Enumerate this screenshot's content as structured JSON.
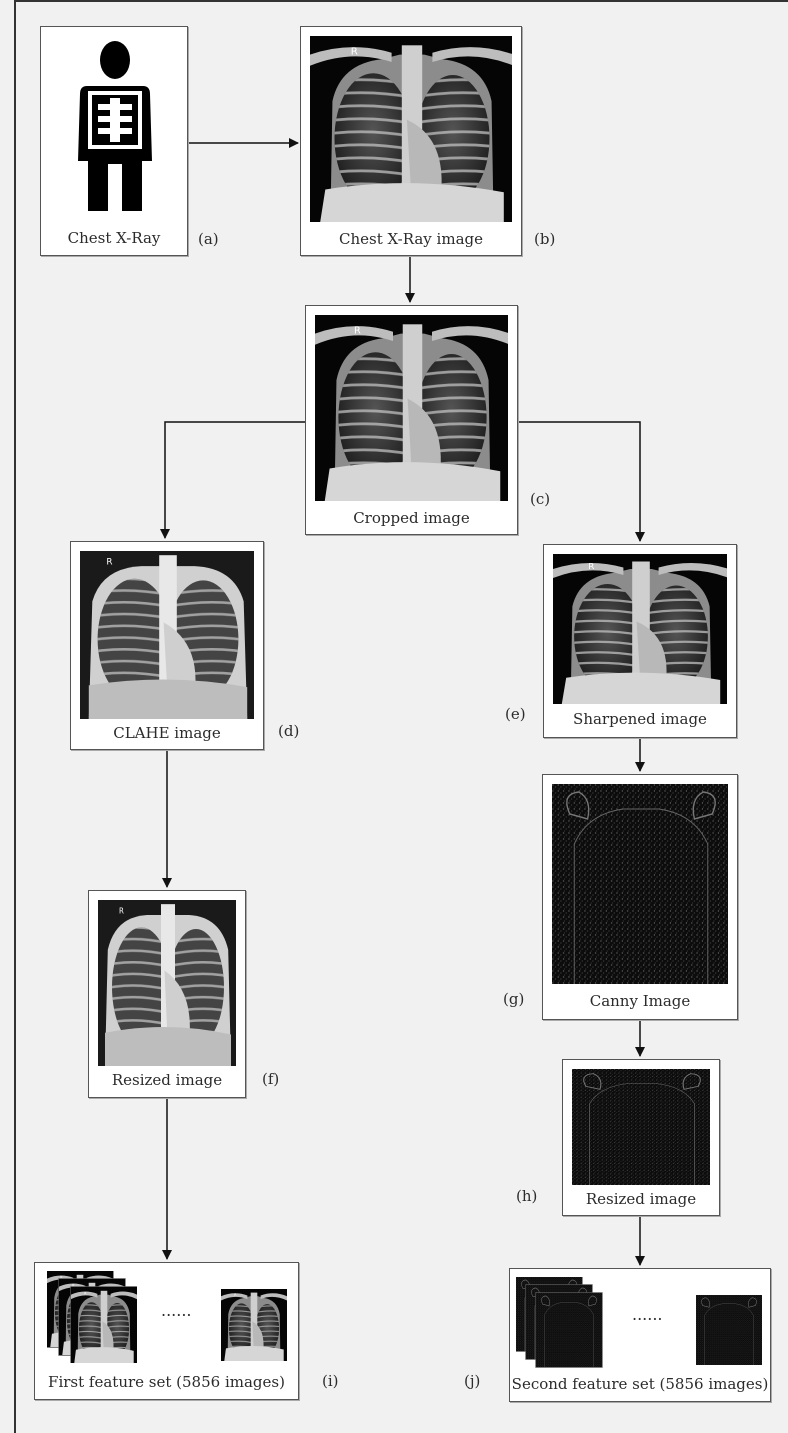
{
  "nodes": {
    "a": {
      "caption": "Chest X-Ray",
      "tag": "(a)"
    },
    "b": {
      "caption": "Chest X-Ray image",
      "tag": "(b)"
    },
    "c": {
      "caption": "Cropped image",
      "tag": "(c)"
    },
    "d": {
      "caption": "CLAHE image",
      "tag": "(d)"
    },
    "e": {
      "caption": "Sharpened image",
      "tag": "(e)"
    },
    "f": {
      "caption": "Resized image",
      "tag": "(f)"
    },
    "g": {
      "caption": "Canny Image",
      "tag": "(g)"
    },
    "h": {
      "caption": "Resized image",
      "tag": "(h)"
    },
    "i": {
      "caption": "First feature set (5856 images)",
      "tag": "(i)",
      "ellipsis": "......"
    },
    "j": {
      "caption": "Second feature set (5856 images)",
      "tag": "(j)",
      "ellipsis": "......"
    }
  },
  "colors": {
    "arrow": "#111111",
    "background": "#f1f1f1",
    "box_border": "#555555"
  }
}
